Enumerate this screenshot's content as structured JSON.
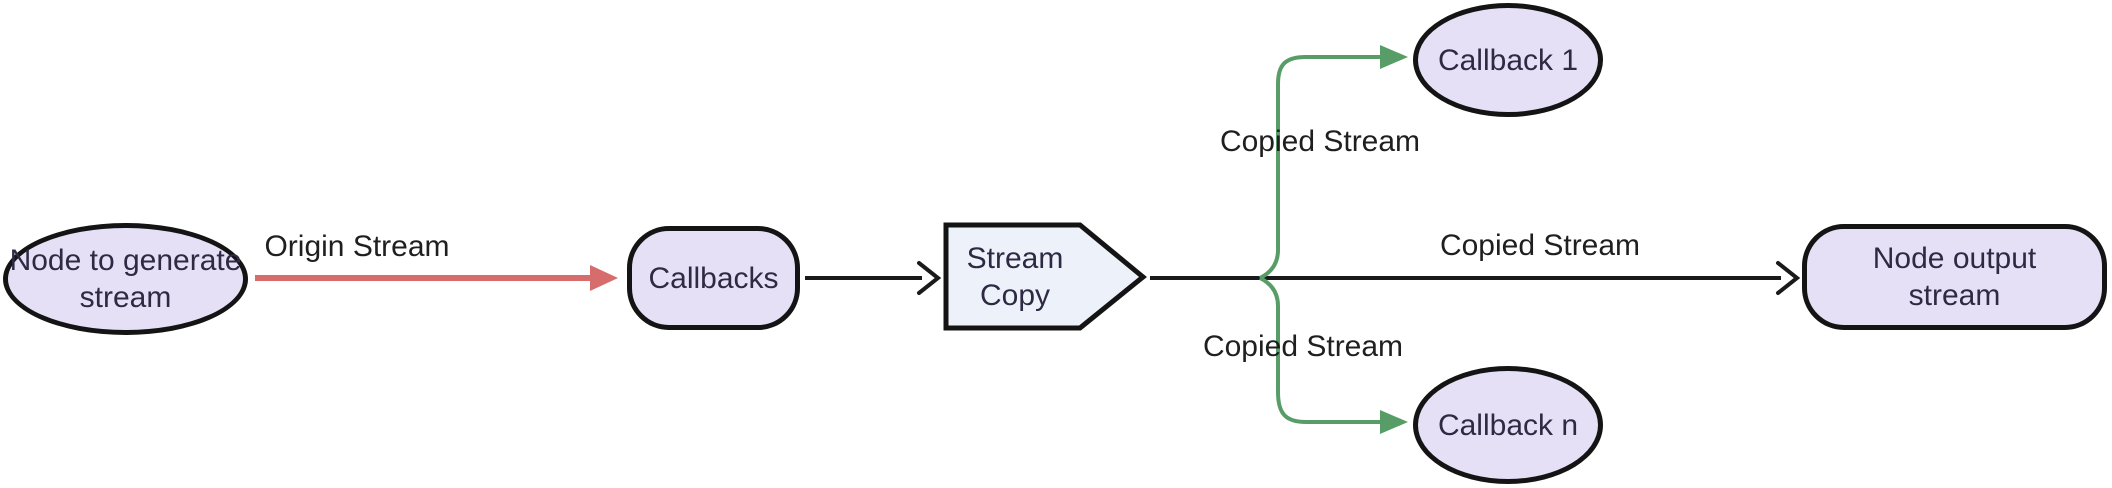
{
  "diagram": {
    "type": "flowchart-LR",
    "nodes": [
      {
        "id": "node-to-generate-stream",
        "shape": "ellipse",
        "label": "Node to generate stream"
      },
      {
        "id": "callbacks",
        "shape": "rounded-rect",
        "label": "Callbacks"
      },
      {
        "id": "stream-copy",
        "shape": "right-pointing-pentagon",
        "label": "Stream Copy"
      },
      {
        "id": "callback-1",
        "shape": "ellipse",
        "label": "Callback 1"
      },
      {
        "id": "callback-n",
        "shape": "ellipse",
        "label": "Callback n"
      },
      {
        "id": "node-output-stream",
        "shape": "rounded-rect",
        "label": "Node output stream"
      }
    ],
    "edges": [
      {
        "from": "node-to-generate-stream",
        "to": "callbacks",
        "label": "Origin Stream",
        "color": "#d66c6c",
        "head": "filled-triangle"
      },
      {
        "from": "callbacks",
        "to": "stream-copy",
        "label": "",
        "color": "#1a1a1a",
        "head": "open-chevron"
      },
      {
        "from": "stream-copy",
        "to": "callback-1",
        "label": "Copied Stream",
        "color": "#589d68",
        "head": "filled-triangle"
      },
      {
        "from": "stream-copy",
        "to": "node-output-stream",
        "label": "Copied Stream",
        "color": "#1a1a1a",
        "head": "open-chevron"
      },
      {
        "from": "stream-copy",
        "to": "callback-n",
        "label": "Copied Stream",
        "color": "#589d68",
        "head": "filled-triangle"
      }
    ],
    "colors": {
      "background": "#ffffff",
      "node_fill": "#e6e0f7",
      "node_border": "#141414",
      "odd_node_fill": "#edf2fa",
      "node_text": "#2e2a44",
      "edge_label_text": "#1f1f1f",
      "edge_black": "#1a1a1a",
      "edge_red": "#d66c6c",
      "edge_green": "#589d68"
    }
  }
}
